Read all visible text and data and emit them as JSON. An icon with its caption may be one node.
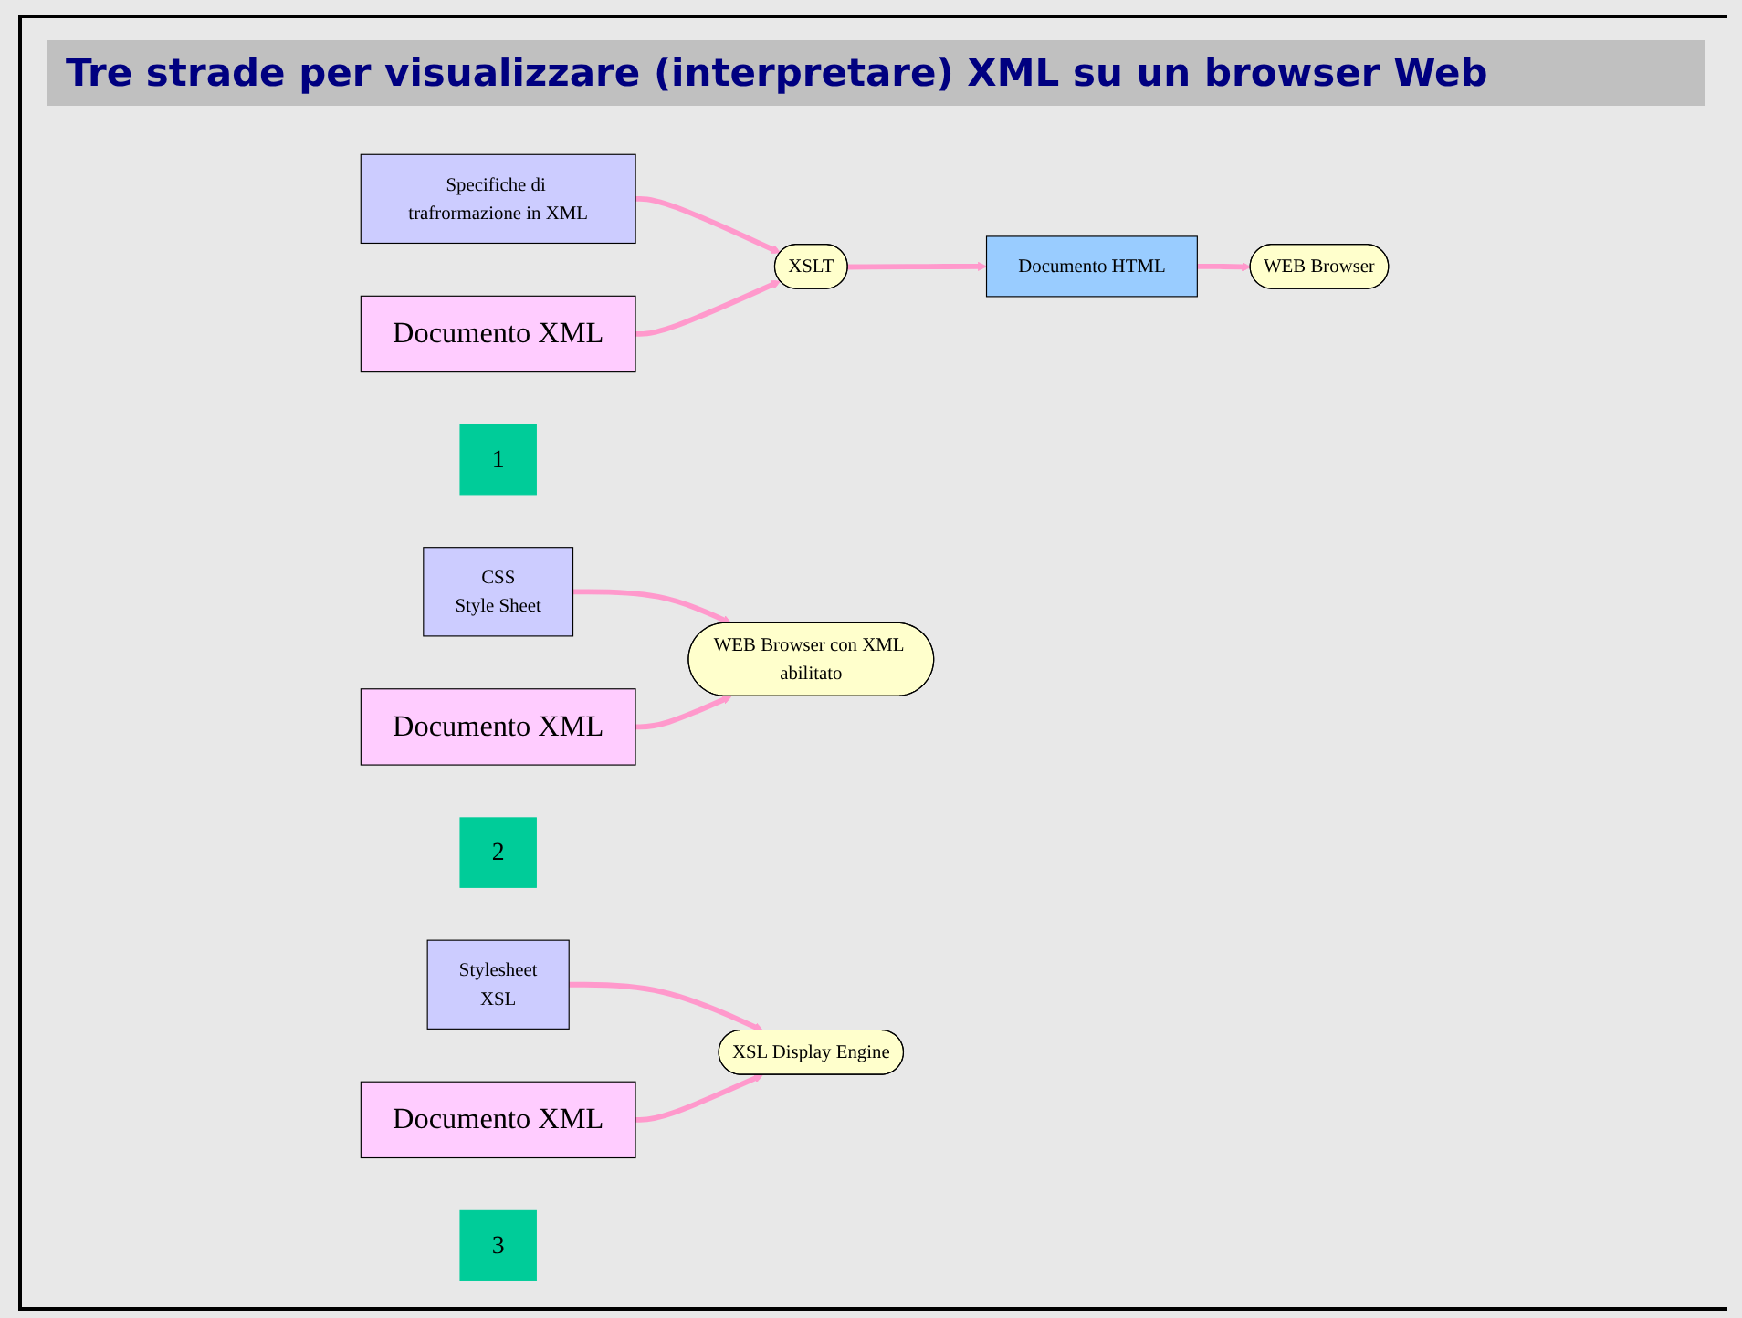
{
  "diagram": {
    "title": "Tre strade per visualizzare (interpretare) XML su un browser Web",
    "nodes": [
      {
        "text": [
          "Specifiche di trafrormazione in XML"
        ]
      },
      {
        "text": [
          "XSLT"
        ]
      },
      {
        "text": [
          "Documento XML"
        ]
      },
      {
        "text": [
          "Documento HTML"
        ]
      },
      {
        "text": [
          "WEB Browser"
        ]
      },
      {
        "text": [
          "1"
        ]
      },
      {
        "text": [
          "CSS",
          "Style Sheet"
        ]
      },
      {
        "text": [
          "WEB Browser con XML abilitato"
        ]
      },
      {
        "text": [
          "Documento XML"
        ]
      },
      {
        "text": [
          "2"
        ]
      },
      {
        "text": [
          "Stylesheet",
          "XSL"
        ]
      },
      {
        "text": [
          "XSL Display Engine"
        ]
      },
      {
        "text": [
          "Documento XML"
        ]
      },
      {
        "text": [
          "3"
        ]
      }
    ],
    "edges": [
      {
        "from": 0,
        "to": 1,
        "arrow": "to"
      },
      {
        "from": 2,
        "to": 1,
        "arrow": "to"
      },
      {
        "from": 1,
        "to": 3,
        "arrow": "to"
      },
      {
        "from": 3,
        "to": 4,
        "arrow": "to"
      },
      {
        "from": 6,
        "to": 7,
        "arrow": "to"
      },
      {
        "from": 8,
        "to": 7,
        "arrow": "to"
      },
      {
        "from": 10,
        "to": 11,
        "arrow": "to"
      },
      {
        "from": 12,
        "to": 11,
        "arrow": "to"
      }
    ]
  }
}
